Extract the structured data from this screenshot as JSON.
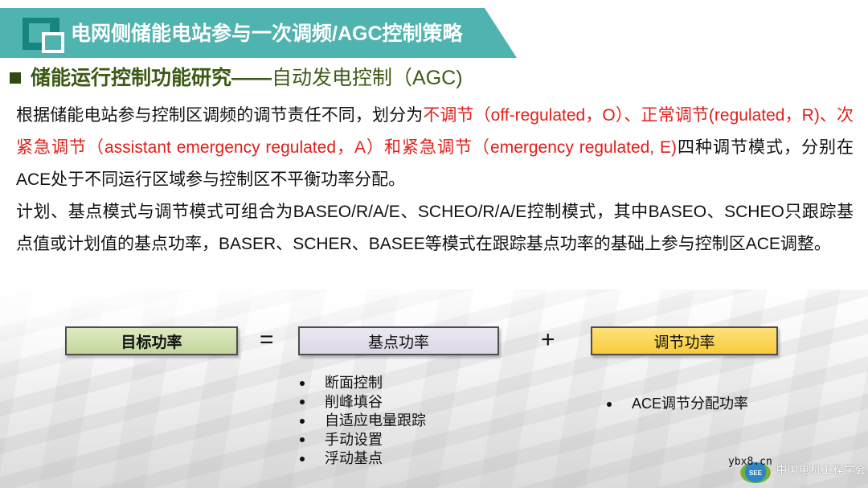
{
  "header": {
    "title": "电网侧储能电站参与一次调频/AGC控制策略",
    "banner_color": "#4fb3b0",
    "icon": "overlapping-squares-icon"
  },
  "section": {
    "bullet_icon": "square-bullet-icon",
    "title_bold": "储能运行控制功能研究——",
    "title_light": "自动发电控制（AGC)",
    "color": "#3c5a14"
  },
  "body": {
    "para1": {
      "t1": "根据储能电站参与控制区调频的调节责任不同，划分为",
      "r1": "不调节（off-regulated，O）、正常调节(regulated，R)、次紧急调节（assistant emergency regulated，A）和紧急调节（emergency regulated, E)",
      "t2": "四种调节模式，分别在ACE处于不同运行区域参与控制区不平衡功率分配。"
    },
    "para2": "计划、基点模式与调节模式可组合为BASEO/R/A/E、SCHEO/R/A/E控制模式，其中BASEO、SCHEO只跟踪基点值或计划值的基点功率，BASER、SCHER、BASEE等模式在跟踪基点功率的基础上参与控制区ACE调整。",
    "highlight_color": "#e0201b"
  },
  "formula": {
    "target": "目标功率",
    "equals": "=",
    "base": "基点功率",
    "plus": "+",
    "regulation": "调节功率",
    "colors": {
      "target": "#c3d69b",
      "base": "#ddd6e6",
      "regulation": "#f8cb3b"
    }
  },
  "base_list": [
    "断面控制",
    "削峰填谷",
    "自适应电量跟踪",
    "手动设置",
    "浮动基点"
  ],
  "regulation_list": [
    "ACE调节分配功率"
  ],
  "footer": {
    "watermark": "ybx8.cn",
    "logo_label": "SEE",
    "org_name": "中国电机工程学会"
  }
}
